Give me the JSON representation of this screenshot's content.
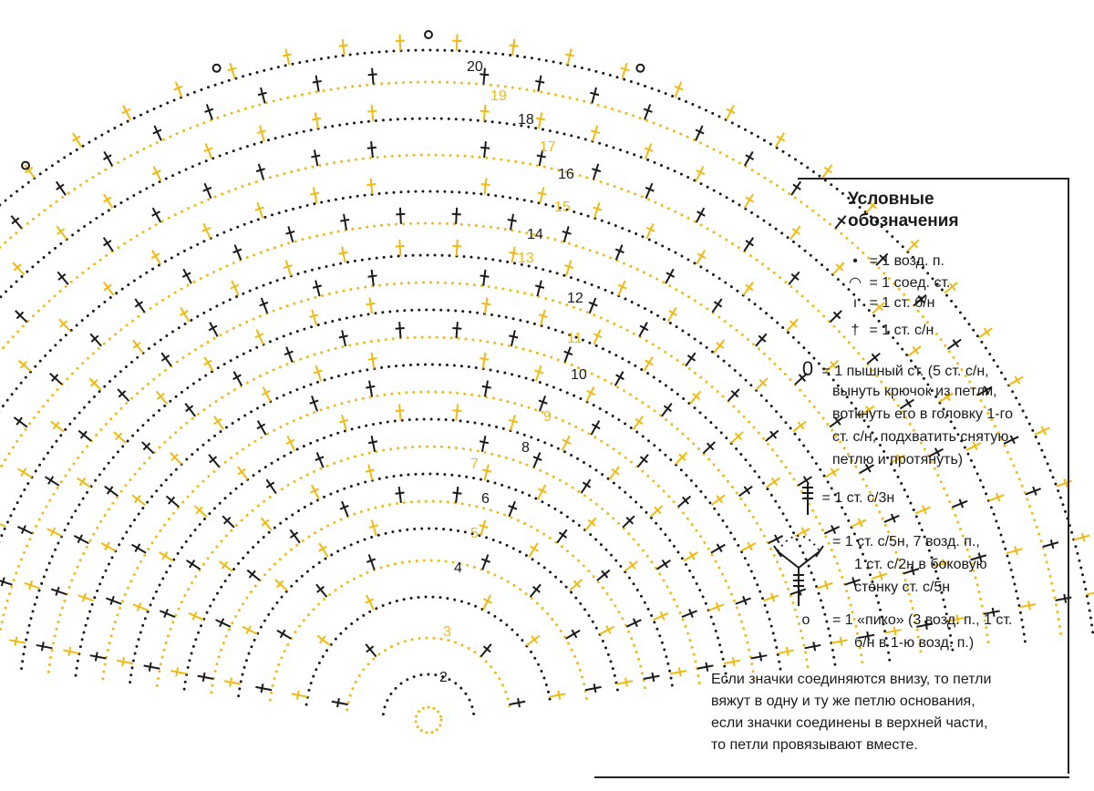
{
  "colors": {
    "black": "#1a1a1a",
    "yellow": "#f2b90f"
  },
  "round_numbers": [
    "2",
    "3",
    "4",
    "5",
    "6",
    "7",
    "8",
    "9",
    "10",
    "11",
    "12",
    "13",
    "14",
    "15",
    "16",
    "17",
    "18",
    "19",
    "20"
  ],
  "legend": {
    "title_line1": "Условные",
    "title_line2": "обозначения",
    "items": [
      {
        "symbol_icon": "chain-dot-icon",
        "text": "= 1 возд. п."
      },
      {
        "symbol_icon": "slip-stitch-icon",
        "text": "= 1 соед. ст."
      },
      {
        "symbol_icon": "single-crochet-icon",
        "text": "= 1 ст. б/н"
      },
      {
        "symbol_icon": "double-crochet-icon",
        "text": "= 1 ст. с/н"
      },
      {
        "symbol_icon": "puff-stitch-icon",
        "text_lines": [
          "= 1 пышный ст. (5 ст. с/н,",
          "вынуть крючок из петли,",
          "воткнуть его в головку 1-го",
          "ст. с/н, подхватить снятую",
          "петлю и протянуть)"
        ]
      },
      {
        "symbol_icon": "triple-treble-icon",
        "text": "= 1 ст. с/3н"
      },
      {
        "symbol_icon": "y-stitch-icon",
        "text_lines": [
          "= 1 ст. с/5н, 7 возд. п.,",
          "1 ст. с/2н в боковую",
          "стенку ст. с/5н"
        ]
      },
      {
        "symbol_icon": "picot-icon",
        "text_lines": [
          "= 1 «пико» (3 возд. п., 1 ст.",
          "б/н в 1-ю возд. п.)"
        ]
      }
    ],
    "note_lines": [
      "Если значки соединяются внизу, то петли",
      "вяжут в одну и ту же петлю основания,",
      "если значки соединены в верхней части,",
      "то петли провязывают вместе."
    ]
  }
}
